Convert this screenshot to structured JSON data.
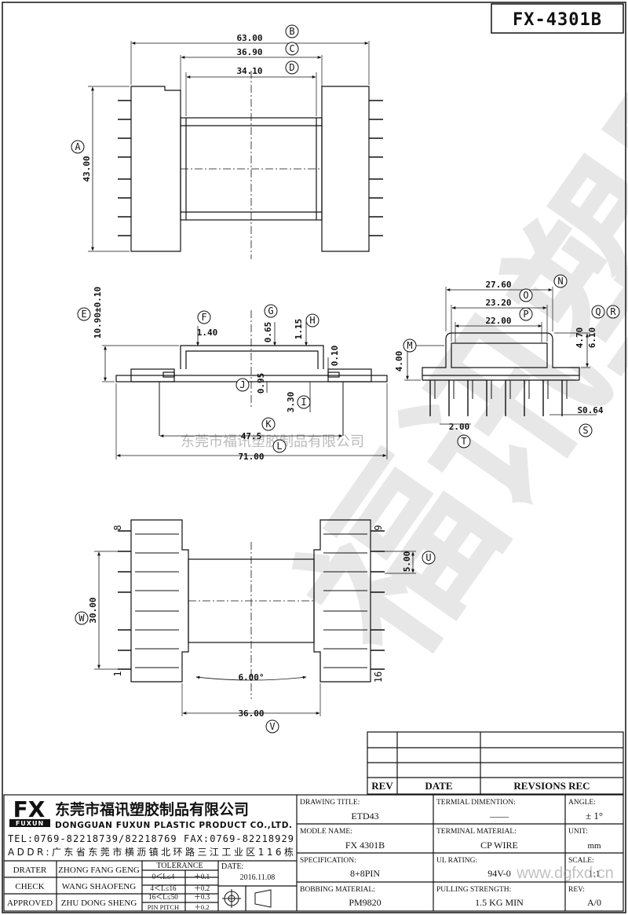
{
  "drawing_number": "FX-4301B",
  "watermark": "福讯塑胶",
  "watermark_company": "东莞市福讯塑胶制品有限公司",
  "top_view": {
    "dims": [
      {
        "value": "63.00",
        "tag": "B"
      },
      {
        "value": "36.90",
        "tag": "C"
      },
      {
        "value": "34.10",
        "tag": "D"
      },
      {
        "value": "43.00",
        "tag": "A"
      }
    ]
  },
  "front_view": {
    "dims": [
      {
        "value": "10.90±0.10",
        "tag": "E"
      },
      {
        "value": "1.40",
        "tag": "F"
      },
      {
        "value": "0.65",
        "tag": "G"
      },
      {
        "value": "1.15",
        "tag": "H"
      },
      {
        "value": "0.10",
        "tag": ""
      },
      {
        "value": "0.95",
        "tag": "J"
      },
      {
        "value": "3.30",
        "tag": "I"
      },
      {
        "value": "47.5",
        "tag": "K"
      },
      {
        "value": "71.00",
        "tag": "L"
      }
    ]
  },
  "side_view": {
    "dims": [
      {
        "value": "27.60",
        "tag": "N"
      },
      {
        "value": "23.20",
        "tag": "O"
      },
      {
        "value": "22.00",
        "tag": "P"
      },
      {
        "value": "4.70",
        "tag": "Q"
      },
      {
        "value": "6.10",
        "tag": "R"
      },
      {
        "value": "4.00",
        "tag": "M"
      },
      {
        "value": "2.00",
        "tag": "T"
      },
      {
        "value": "S0.64",
        "tag": "S"
      }
    ]
  },
  "bottom_view": {
    "pin_labels": [
      "8",
      "9",
      "1",
      "16"
    ],
    "dims": [
      {
        "value": "5.00",
        "tag": "U"
      },
      {
        "value": "30.00",
        "tag": "W"
      },
      {
        "value": "6.00°",
        "tag": ""
      },
      {
        "value": "36.00",
        "tag": "V"
      }
    ]
  },
  "revision_table": {
    "headers": [
      "REV",
      "DATE",
      "REVSIONS REC"
    ]
  },
  "company": {
    "logo": "FX",
    "logo_sub": "FUXUN",
    "name_cn": "东莞市福讯塑胶制品有限公司",
    "name_en": "DONGGUAN FUXUN PLASTIC PRODUCT CO.,LTD.",
    "tel": "TEL:0769-82218739/82218769 FAX:0769-82218929",
    "addr": "ADDR:广东省东莞市横沥镇北环路三江工业区116栋"
  },
  "signoff": [
    {
      "role": "DRATER",
      "name": "ZHONG FANG GENG"
    },
    {
      "role": "CHECK",
      "name": "WANG SHAOFENG"
    },
    {
      "role": "APPROVED",
      "name": "ZHU DONG SHENG"
    }
  ],
  "tolerance": {
    "title": "TOLERANCE",
    "rows": [
      {
        "range": "0＜L≤4",
        "value": "＋0.1"
      },
      {
        "range": "4＜L≤16",
        "value": "＋0.2"
      },
      {
        "range": "16＜L≤50",
        "value": "＋0.3"
      },
      {
        "range": "PIN PITCH",
        "value": "＋0.2"
      }
    ]
  },
  "date": {
    "label": "DATE:",
    "value": "2016.11.08"
  },
  "fields": {
    "drawing_title": {
      "label": "DRAWING TITLE:",
      "value": "ETD43"
    },
    "terminal_dimension": {
      "label": "TERMIAL DIMENTION:",
      "value": "——"
    },
    "angle": {
      "label": "ANGLE:",
      "value": "± 1°"
    },
    "model_name": {
      "label": "MODLE NAME:",
      "value": "FX 4301B"
    },
    "terminal_material": {
      "label": "TERMINAL MATERIAL:",
      "value": "CP WIRE"
    },
    "unit": {
      "label": "UNIT:",
      "value": "mm"
    },
    "specification": {
      "label": "SPECIFICATION:",
      "value": "8+8PIN"
    },
    "ul_rating": {
      "label": "UL RATING:",
      "value": "94V-0"
    },
    "scale": {
      "label": "SCALE:",
      "value": "1:1"
    },
    "bobbin_material": {
      "label": "BOBBING MATERIAL:",
      "value": "PM9820"
    },
    "pulling_strength": {
      "label": "PULLING STRENGTH:",
      "value": "1.5 KG MIN"
    },
    "rev": {
      "label": "REV:",
      "value": "A/0"
    }
  },
  "site_watermark": "www.dgfxd.cn"
}
